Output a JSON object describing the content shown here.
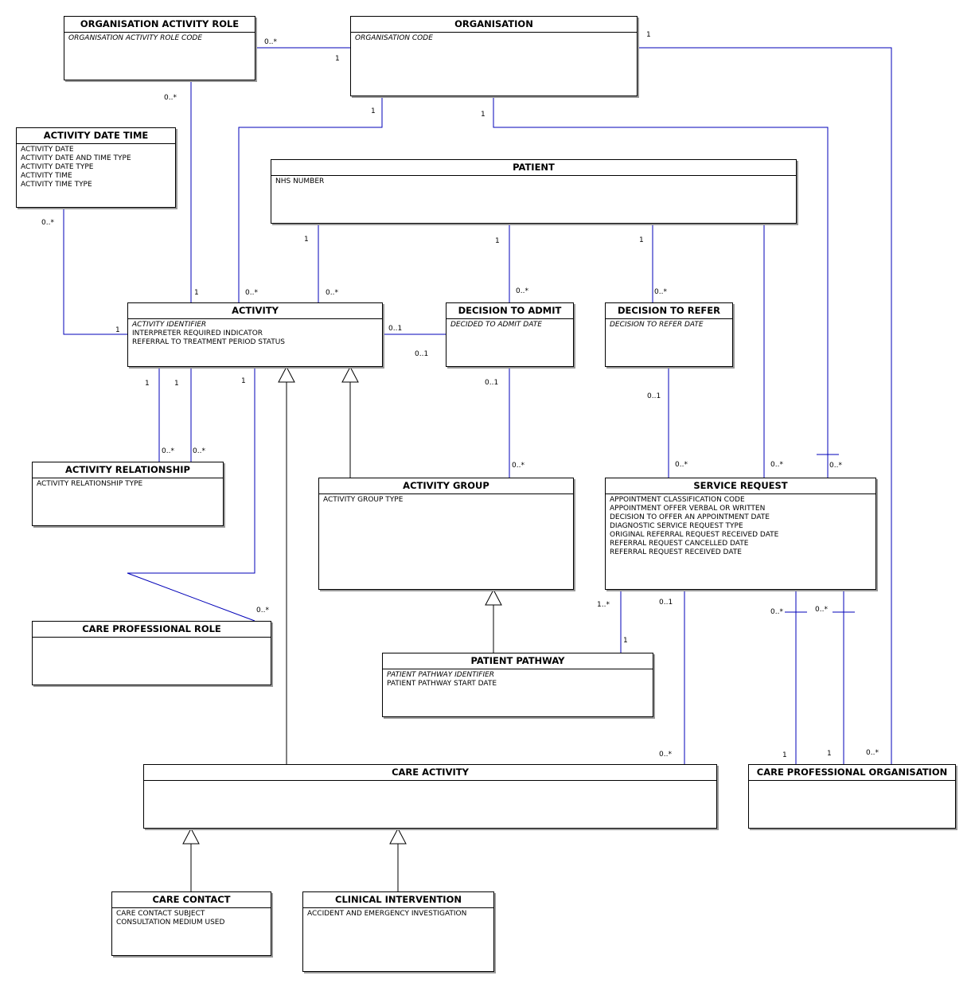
{
  "colors": {
    "line": "#0000b8",
    "border": "#000000",
    "shadow": "#9a9a9a",
    "background": "#ffffff"
  },
  "entities": {
    "organisation_activity_role": {
      "title": "ORGANISATION ACTIVITY ROLE",
      "key_attributes": [
        "ORGANISATION ACTIVITY ROLE CODE"
      ],
      "attributes": []
    },
    "organisation": {
      "title": "ORGANISATION",
      "key_attributes": [
        "ORGANISATION CODE"
      ],
      "attributes": []
    },
    "activity_date_time": {
      "title": "ACTIVITY DATE TIME",
      "key_attributes": [],
      "attributes": [
        "ACTIVITY DATE",
        "ACTIVITY DATE AND TIME TYPE",
        "ACTIVITY DATE TYPE",
        "ACTIVITY TIME",
        "ACTIVITY TIME TYPE"
      ]
    },
    "patient": {
      "title": "PATIENT",
      "key_attributes": [],
      "attributes": [
        "NHS NUMBER"
      ]
    },
    "activity": {
      "title": "ACTIVITY",
      "key_attributes": [
        "ACTIVITY IDENTIFIER"
      ],
      "attributes": [
        "INTERPRETER REQUIRED INDICATOR",
        "REFERRAL TO TREATMENT PERIOD STATUS"
      ]
    },
    "decision_to_admit": {
      "title": "DECISION TO ADMIT",
      "key_attributes": [
        "DECIDED TO ADMIT DATE"
      ],
      "attributes": []
    },
    "decision_to_refer": {
      "title": "DECISION TO REFER",
      "key_attributes": [
        "DECISION TO REFER DATE"
      ],
      "attributes": []
    },
    "activity_relationship": {
      "title": "ACTIVITY RELATIONSHIP",
      "key_attributes": [],
      "attributes": [
        "ACTIVITY RELATIONSHIP TYPE"
      ]
    },
    "activity_group": {
      "title": "ACTIVITY GROUP",
      "key_attributes": [],
      "attributes": [
        "ACTIVITY GROUP TYPE"
      ]
    },
    "service_request": {
      "title": "SERVICE REQUEST",
      "key_attributes": [],
      "attributes": [
        "APPOINTMENT CLASSIFICATION CODE",
        "APPOINTMENT OFFER VERBAL OR WRITTEN",
        "DECISION TO OFFER AN APPOINTMENT DATE",
        "DIAGNOSTIC SERVICE REQUEST TYPE",
        "ORIGINAL REFERRAL REQUEST RECEIVED DATE",
        "REFERRAL REQUEST CANCELLED DATE",
        "REFERRAL REQUEST RECEIVED DATE"
      ]
    },
    "care_professional_role": {
      "title": "CARE PROFESSIONAL ROLE",
      "key_attributes": [],
      "attributes": []
    },
    "patient_pathway": {
      "title": "PATIENT PATHWAY",
      "key_attributes": [
        "PATIENT PATHWAY IDENTIFIER"
      ],
      "attributes": [
        "PATIENT PATHWAY START DATE"
      ]
    },
    "care_activity": {
      "title": "CARE ACTIVITY",
      "key_attributes": [],
      "attributes": []
    },
    "care_professional_organisation": {
      "title": "CARE PROFESSIONAL ORGANISATION",
      "key_attributes": [],
      "attributes": []
    },
    "care_contact": {
      "title": "CARE CONTACT",
      "key_attributes": [],
      "attributes": [
        "CARE CONTACT SUBJECT",
        "CONSULTATION MEDIUM USED"
      ]
    },
    "clinical_intervention": {
      "title": "CLINICAL INTERVENTION",
      "key_attributes": [],
      "attributes": [
        "ACCIDENT AND EMERGENCY INVESTIGATION"
      ]
    }
  },
  "multiplicities": {
    "oar_org_oar": "0..*",
    "oar_org_org": "1",
    "oar_activity_oar": "0..*",
    "oar_activity_act": "1",
    "org_activity_org": "1",
    "org_activity_act": "0..*",
    "org_cpo_org": "1",
    "org_cpo_cpo": "0..*",
    "org_sr_org": "1",
    "org_sr_sr": "0..*",
    "adt_activity_adt": "0..*",
    "adt_activity_act": "1",
    "patient_activity_pat": "1",
    "patient_activity_act": "0..*",
    "patient_dta_pat": "1",
    "patient_dta_dta": "0..*",
    "patient_dtr_pat": "1",
    "patient_dtr_dtr": "0..*",
    "patient_sr_sr": "0..*",
    "activity_dta_act": "0..1",
    "activity_dta_dta": "0..1",
    "activity_rel1_act": "1",
    "activity_rel1_rel": "0..*",
    "activity_rel2_act": "1",
    "activity_rel2_rel": "0..*",
    "activity_cpr_act": "1",
    "activity_cpr_cpr": "0..*",
    "dta_group_dta": "0..1",
    "dta_group_grp": "0..*",
    "dtr_sr_dtr": "0..1",
    "dtr_sr_sr": "0..*",
    "sr_pathway_sr": "1..*",
    "sr_pathway_pp": "1",
    "sr_care_sr": "0..1",
    "sr_care_ca": "0..*",
    "sr_cpo1_sr": "0..*",
    "sr_cpo1_cpo": "1",
    "sr_cpo2_sr": "0..*",
    "sr_cpo2_cpo": "1"
  }
}
